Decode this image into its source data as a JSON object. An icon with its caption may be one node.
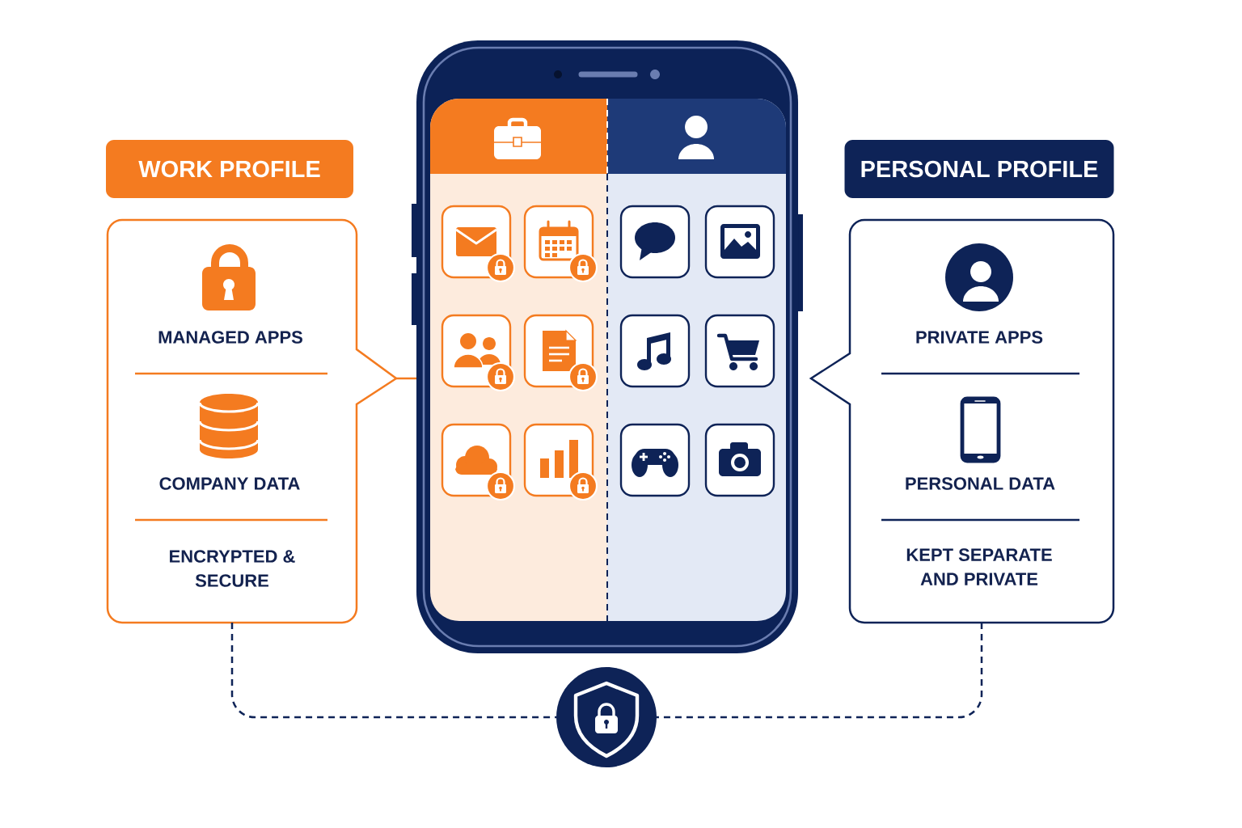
{
  "diagram": {
    "nodes": [
      {
        "text": [
          "WORK PROFILE"
        ]
      },
      {
        "text": [
          "MANAGED APPS",
          "COMPANY DATA",
          "ENCRYPTED & SECURE"
        ]
      },
      {
        "text": [
          "PERSONAL PROFILE"
        ]
      },
      {
        "text": [
          "PRIVATE APPS",
          "PERSONAL DATA",
          "KEPT SEPARATE AND PRIVATE"
        ]
      },
      {
        "text": [],
        "shape": "picture"
      },
      {
        "text": [],
        "shape": "circle"
      }
    ],
    "edges": [
      {
        "from": 1,
        "to": 4,
        "arrow": "none",
        "color": "#f47b20"
      },
      {
        "from": 1,
        "to": 5,
        "arrow": "none",
        "style": "dashed"
      },
      {
        "from": 3,
        "to": 5,
        "arrow": "none",
        "style": "dashed"
      }
    ]
  }
}
